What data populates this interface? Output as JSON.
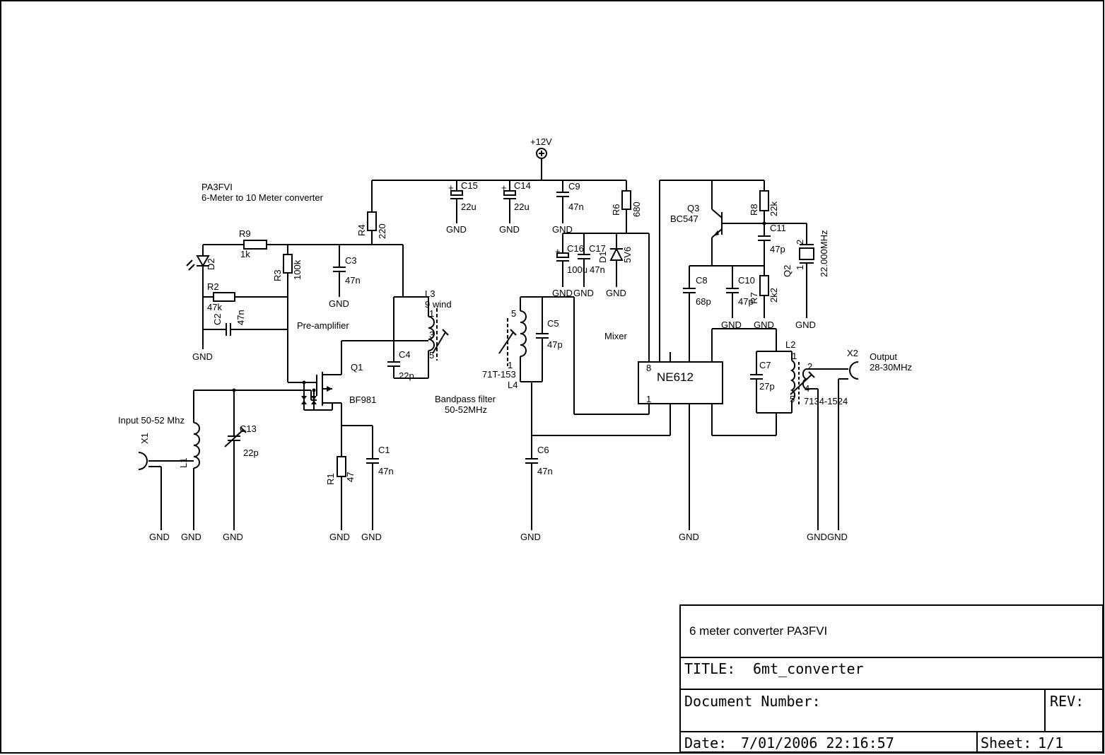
{
  "schematic": {
    "header": {
      "callsign": "PA3FVI",
      "description": "6-Meter to 10 Meter converter"
    },
    "supply": {
      "label": "+12V"
    },
    "sections": {
      "preamp": "Pre-amplifier",
      "bandpass_line1": "Bandpass filter",
      "bandpass_line2": "50-52MHz",
      "mixer": "Mixer",
      "input": "Input 50-52 Mhz",
      "output_line1": "Output",
      "output_line2": "28-30MHz"
    },
    "gnd": "GND",
    "components": {
      "R9": {
        "ref": "R9",
        "value": "1k"
      },
      "R3": {
        "ref": "R3",
        "value": "100k"
      },
      "R2": {
        "ref": "R2",
        "value": "47k"
      },
      "R4": {
        "ref": "R4",
        "value": "220"
      },
      "R6": {
        "ref": "R6",
        "value": "680"
      },
      "R8": {
        "ref": "R8",
        "value": "22k"
      },
      "R7": {
        "ref": "R7",
        "value": "2k2"
      },
      "R1": {
        "ref": "R1",
        "value": "47"
      },
      "C2": {
        "ref": "C2",
        "value": "47n"
      },
      "C3": {
        "ref": "C3",
        "value": "47n"
      },
      "C15": {
        "ref": "C15",
        "value": "22u"
      },
      "C14": {
        "ref": "C14",
        "value": "22u"
      },
      "C9": {
        "ref": "C9",
        "value": "47n"
      },
      "C16": {
        "ref": "C16",
        "value": "100u"
      },
      "C17": {
        "ref": "C17",
        "value": "47n"
      },
      "C4": {
        "ref": "C4",
        "value": "22p"
      },
      "C5": {
        "ref": "C5",
        "value": "47p"
      },
      "C6": {
        "ref": "C6",
        "value": "47n"
      },
      "C7": {
        "ref": "C7",
        "value": "27p"
      },
      "C8": {
        "ref": "C8",
        "value": "68p"
      },
      "C10": {
        "ref": "C10",
        "value": "47p"
      },
      "C11": {
        "ref": "C11",
        "value": "47p"
      },
      "C13": {
        "ref": "C13",
        "value": "22p"
      },
      "C1": {
        "ref": "C1",
        "value": "47n"
      },
      "D1": {
        "ref": "D1",
        "value": "5V6"
      },
      "D2": {
        "ref": "D2"
      },
      "Q1": {
        "ref": "Q1",
        "value": "BF981"
      },
      "Q3": {
        "ref": "Q3",
        "value": "BC547"
      },
      "Q2": {
        "ref": "Q2",
        "value": "22.000MHz"
      },
      "L1": {
        "ref": "L1"
      },
      "L2": {
        "ref": "L2",
        "value": "7134-1524"
      },
      "L3": {
        "ref": "L3",
        "value": "9 wind"
      },
      "L4": {
        "ref": "L4",
        "value": "71T-153"
      },
      "X1": {
        "ref": "X1"
      },
      "X2": {
        "ref": "X2"
      },
      "U1": {
        "ref": "NE612"
      }
    },
    "pins": {
      "p1": "1",
      "p2": "2",
      "p3": "3",
      "p4": "4",
      "p5": "5",
      "p8": "8",
      "plus": "+"
    }
  },
  "title_block": {
    "project": "6 meter converter PA3FVI",
    "title_label": "TITLE:",
    "title_value": "6mt_converter",
    "docnum_label": "Document Number:",
    "rev_label": "REV:",
    "date_label": "Date:",
    "date_value": "7/01/2006 22:16:57",
    "sheet_label": "Sheet:",
    "sheet_value": "1/1"
  }
}
